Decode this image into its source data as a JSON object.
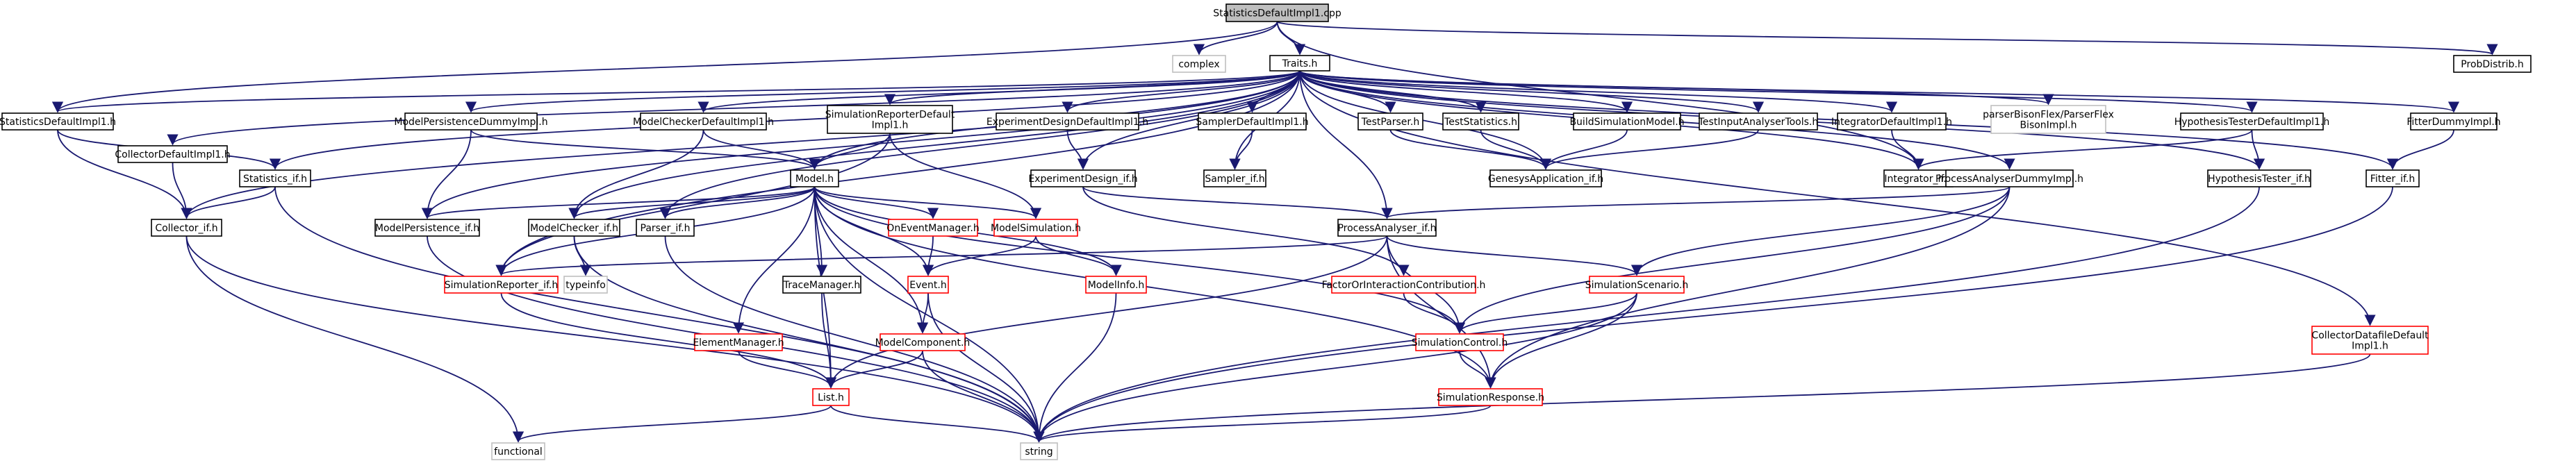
{
  "colors": {
    "edge": "#191970",
    "box_black": "#000000",
    "box_red": "#ff0000",
    "box_gray": "#bfbfbf",
    "fill_default": "#ffffff",
    "fill_root": "#bfbfbf"
  },
  "nodes": [
    {
      "id": "root",
      "label": [
        "StatisticsDefaultImpl1.cpp"
      ],
      "style": "root"
    },
    {
      "id": "complex",
      "label": [
        "complex"
      ],
      "style": "gray"
    },
    {
      "id": "traits",
      "label": [
        "Traits.h"
      ],
      "style": "black"
    },
    {
      "id": "probdistrib",
      "label": [
        "ProbDistrib.h"
      ],
      "style": "black"
    },
    {
      "id": "statdef",
      "label": [
        "StatisticsDefaultImpl1.h"
      ],
      "style": "black"
    },
    {
      "id": "collectordef",
      "label": [
        "CollectorDefaultImpl1.h"
      ],
      "style": "black"
    },
    {
      "id": "mpdummy",
      "label": [
        "ModelPersistenceDummyImpl.h"
      ],
      "style": "black"
    },
    {
      "id": "mcdef",
      "label": [
        "ModelCheckerDefaultImpl1.h"
      ],
      "style": "black"
    },
    {
      "id": "simrepdef",
      "label": [
        "SimulationReporterDefault",
        "Impl1.h"
      ],
      "style": "black"
    },
    {
      "id": "expdef",
      "label": [
        "ExperimentDesignDefaultImpl1.h"
      ],
      "style": "black"
    },
    {
      "id": "samplerdef",
      "label": [
        "SamplerDefaultImpl1.h"
      ],
      "style": "black"
    },
    {
      "id": "testparser",
      "label": [
        "TestParser.h"
      ],
      "style": "black"
    },
    {
      "id": "teststats",
      "label": [
        "TestStatistics.h"
      ],
      "style": "black"
    },
    {
      "id": "buildsim",
      "label": [
        "BuildSimulationModel.h"
      ],
      "style": "black"
    },
    {
      "id": "testinput",
      "label": [
        "TestInputAnalyserTools.h"
      ],
      "style": "black"
    },
    {
      "id": "integdef",
      "label": [
        "IntegratorDefaultImpl1.h"
      ],
      "style": "black"
    },
    {
      "id": "bison",
      "label": [
        "parserBisonFlex/ParserFlex",
        "BisonImpl.h"
      ],
      "style": "gray"
    },
    {
      "id": "hypodef",
      "label": [
        "HypothesisTesterDefaultImpl1.h"
      ],
      "style": "black"
    },
    {
      "id": "fitterdummy",
      "label": [
        "FitterDummyImpl.h"
      ],
      "style": "black"
    },
    {
      "id": "statif",
      "label": [
        "Statistics_if.h"
      ],
      "style": "black"
    },
    {
      "id": "model",
      "label": [
        "Model.h"
      ],
      "style": "black"
    },
    {
      "id": "expif",
      "label": [
        "ExperimentDesign_if.h"
      ],
      "style": "black"
    },
    {
      "id": "samplerif",
      "label": [
        "Sampler_if.h"
      ],
      "style": "black"
    },
    {
      "id": "genesys",
      "label": [
        "GenesysApplication_if.h"
      ],
      "style": "black"
    },
    {
      "id": "integif",
      "label": [
        "Integrator_if.h"
      ],
      "style": "black"
    },
    {
      "id": "padummy",
      "label": [
        "ProcessAnalyserDummyImpl.h"
      ],
      "style": "black"
    },
    {
      "id": "hypoif",
      "label": [
        "HypothesisTester_if.h"
      ],
      "style": "black"
    },
    {
      "id": "fitterif",
      "label": [
        "Fitter_if.h"
      ],
      "style": "black"
    },
    {
      "id": "collectorif",
      "label": [
        "Collector_if.h"
      ],
      "style": "black"
    },
    {
      "id": "mpif",
      "label": [
        "ModelPersistence_if.h"
      ],
      "style": "black"
    },
    {
      "id": "mcif",
      "label": [
        "ModelChecker_if.h"
      ],
      "style": "black"
    },
    {
      "id": "parserif",
      "label": [
        "Parser_if.h"
      ],
      "style": "black"
    },
    {
      "id": "onevent",
      "label": [
        "OnEventManager.h"
      ],
      "style": "red"
    },
    {
      "id": "modelsim",
      "label": [
        "ModelSimulation.h"
      ],
      "style": "red"
    },
    {
      "id": "paif",
      "label": [
        "ProcessAnalyser_if.h"
      ],
      "style": "black"
    },
    {
      "id": "simrepif",
      "label": [
        "SimulationReporter_if.h"
      ],
      "style": "red"
    },
    {
      "id": "typeinfo",
      "label": [
        "typeinfo"
      ],
      "style": "gray"
    },
    {
      "id": "tracemgr",
      "label": [
        "TraceManager.h"
      ],
      "style": "black"
    },
    {
      "id": "event",
      "label": [
        "Event.h"
      ],
      "style": "red"
    },
    {
      "id": "modelinfo",
      "label": [
        "ModelInfo.h"
      ],
      "style": "red"
    },
    {
      "id": "factor",
      "label": [
        "FactorOrInteractionContribution.h"
      ],
      "style": "red"
    },
    {
      "id": "simscen",
      "label": [
        "SimulationScenario.h"
      ],
      "style": "red"
    },
    {
      "id": "elemmgr",
      "label": [
        "ElementManager.h"
      ],
      "style": "red"
    },
    {
      "id": "modelcomp",
      "label": [
        "ModelComponent.h"
      ],
      "style": "red"
    },
    {
      "id": "simctrl",
      "label": [
        "SimulationControl.h"
      ],
      "style": "red"
    },
    {
      "id": "collectorfile",
      "label": [
        "CollectorDatafileDefault",
        "Impl1.h"
      ],
      "style": "red"
    },
    {
      "id": "list",
      "label": [
        "List.h"
      ],
      "style": "red"
    },
    {
      "id": "simresp",
      "label": [
        "SimulationResponse.h"
      ],
      "style": "red"
    },
    {
      "id": "functional",
      "label": [
        "functional"
      ],
      "style": "gray"
    },
    {
      "id": "string",
      "label": [
        "string"
      ],
      "style": "gray"
    }
  ],
  "edges": [
    [
      "root",
      "complex"
    ],
    [
      "root",
      "traits"
    ],
    [
      "root",
      "probdistrib"
    ],
    [
      "root",
      "statdef"
    ],
    [
      "root",
      "integif"
    ],
    [
      "traits",
      "statdef"
    ],
    [
      "traits",
      "collectordef"
    ],
    [
      "traits",
      "statif"
    ],
    [
      "traits",
      "collectorif"
    ],
    [
      "traits",
      "mpdummy"
    ],
    [
      "traits",
      "mpif"
    ],
    [
      "traits",
      "mcdef"
    ],
    [
      "traits",
      "mcif"
    ],
    [
      "traits",
      "model"
    ],
    [
      "traits",
      "parserif"
    ],
    [
      "traits",
      "simrepif"
    ],
    [
      "traits",
      "simrepdef"
    ],
    [
      "traits",
      "expdef"
    ],
    [
      "traits",
      "expif"
    ],
    [
      "traits",
      "samplerdef"
    ],
    [
      "traits",
      "samplerif"
    ],
    [
      "traits",
      "testparser"
    ],
    [
      "traits",
      "teststats"
    ],
    [
      "traits",
      "buildsim"
    ],
    [
      "traits",
      "genesys"
    ],
    [
      "traits",
      "testinput"
    ],
    [
      "traits",
      "integdef"
    ],
    [
      "traits",
      "integif"
    ],
    [
      "traits",
      "bison"
    ],
    [
      "traits",
      "hypodef"
    ],
    [
      "traits",
      "hypoif"
    ],
    [
      "traits",
      "fitterdummy"
    ],
    [
      "traits",
      "fitterif"
    ],
    [
      "traits",
      "padummy"
    ],
    [
      "traits",
      "paif"
    ],
    [
      "traits",
      "collectorfile"
    ],
    [
      "statdef",
      "statif"
    ],
    [
      "statdef",
      "collectorif"
    ],
    [
      "collectordef",
      "collectorif"
    ],
    [
      "statif",
      "collectorif"
    ],
    [
      "statif",
      "string"
    ],
    [
      "collectorif",
      "functional"
    ],
    [
      "collectorif",
      "string"
    ],
    [
      "mpdummy",
      "model"
    ],
    [
      "mpdummy",
      "mpif"
    ],
    [
      "mcdef",
      "model"
    ],
    [
      "mcdef",
      "mcif"
    ],
    [
      "simrepdef",
      "model"
    ],
    [
      "simrepdef",
      "modelsim"
    ],
    [
      "simrepdef",
      "simrepif"
    ],
    [
      "expdef",
      "expif"
    ],
    [
      "samplerdef",
      "samplerif"
    ],
    [
      "testparser",
      "genesys"
    ],
    [
      "teststats",
      "genesys"
    ],
    [
      "buildsim",
      "genesys"
    ],
    [
      "testinput",
      "genesys"
    ],
    [
      "integdef",
      "integif"
    ],
    [
      "hypodef",
      "hypoif"
    ],
    [
      "hypodef",
      "integif"
    ],
    [
      "fitterdummy",
      "fitterif"
    ],
    [
      "expif",
      "paif"
    ],
    [
      "expif",
      "factor"
    ],
    [
      "padummy",
      "paif"
    ],
    [
      "padummy",
      "simscen"
    ],
    [
      "padummy",
      "simctrl"
    ],
    [
      "padummy",
      "simresp"
    ],
    [
      "hypoif",
      "string"
    ],
    [
      "fitterif",
      "string"
    ],
    [
      "model",
      "mpif"
    ],
    [
      "model",
      "mcif"
    ],
    [
      "model",
      "parserif"
    ],
    [
      "model",
      "onevent"
    ],
    [
      "model",
      "modelsim"
    ],
    [
      "model",
      "tracemgr"
    ],
    [
      "model",
      "elemmgr"
    ],
    [
      "model",
      "event"
    ],
    [
      "model",
      "modelcomp"
    ],
    [
      "model",
      "list"
    ],
    [
      "model",
      "modelinfo"
    ],
    [
      "model",
      "simctrl"
    ],
    [
      "model",
      "simresp"
    ],
    [
      "model",
      "simrepif"
    ],
    [
      "model",
      "string"
    ],
    [
      "mpif",
      "string"
    ],
    [
      "mcif",
      "typeinfo"
    ],
    [
      "mcif",
      "string"
    ],
    [
      "parserif",
      "string"
    ],
    [
      "onevent",
      "event"
    ],
    [
      "modelsim",
      "event"
    ],
    [
      "modelsim",
      "modelinfo"
    ],
    [
      "paif",
      "simrepif"
    ],
    [
      "paif",
      "simscen"
    ],
    [
      "paif",
      "simctrl"
    ],
    [
      "paif",
      "simresp"
    ],
    [
      "paif",
      "list"
    ],
    [
      "simrepif",
      "list"
    ],
    [
      "tracemgr",
      "list"
    ],
    [
      "event",
      "modelcomp"
    ],
    [
      "event",
      "string"
    ],
    [
      "modelinfo",
      "string"
    ],
    [
      "factor",
      "simctrl"
    ],
    [
      "simscen",
      "simctrl"
    ],
    [
      "simscen",
      "simresp"
    ],
    [
      "simscen",
      "string"
    ],
    [
      "elemmgr",
      "list"
    ],
    [
      "modelcomp",
      "list"
    ],
    [
      "modelcomp",
      "string"
    ],
    [
      "simctrl",
      "simresp"
    ],
    [
      "collectorfile",
      "string"
    ],
    [
      "list",
      "functional"
    ],
    [
      "list",
      "string"
    ],
    [
      "simresp",
      "string"
    ]
  ]
}
